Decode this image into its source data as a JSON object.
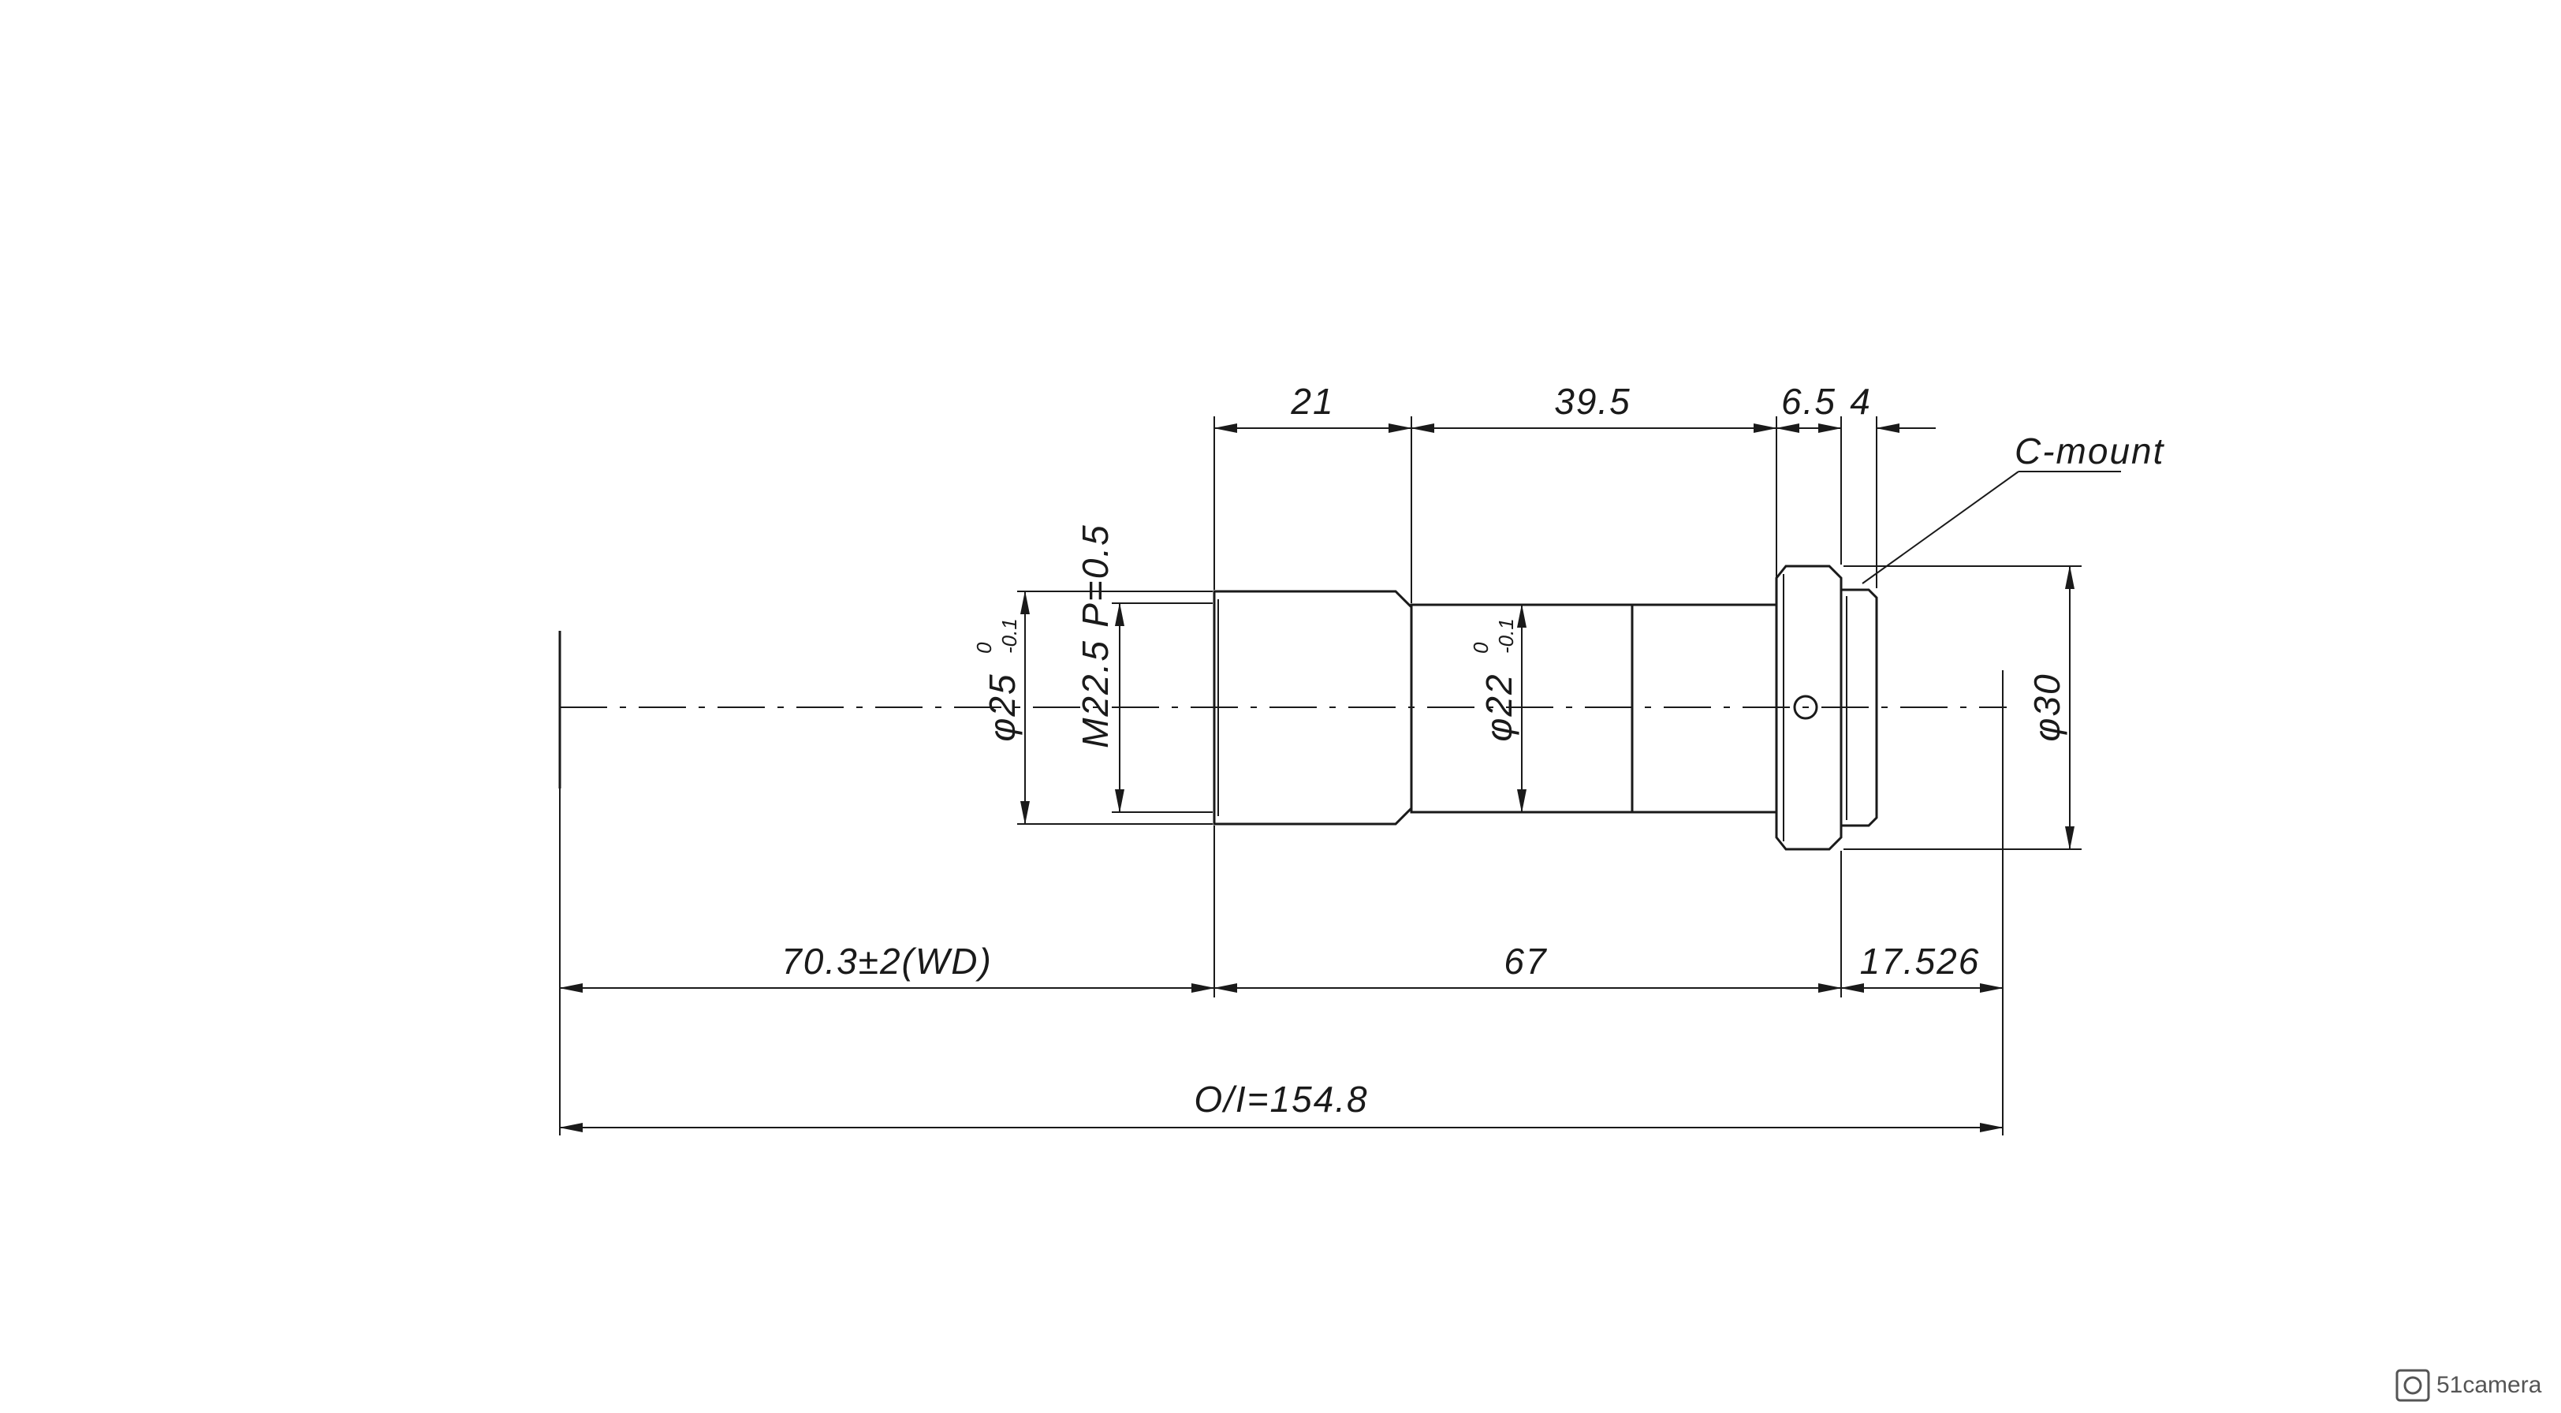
{
  "drawing": {
    "dimensions": {
      "top_segment_1": "21",
      "top_segment_2": "39.5",
      "top_segment_3": "6.5",
      "top_segment_4": "4",
      "bottom_wd": "70.3±2(WD)",
      "bottom_body": "67",
      "bottom_flange": "17.526",
      "total_oi": "O/I=154.8"
    },
    "diameters": {
      "front_outer_main": "φ25",
      "front_outer_tol_upper": "0",
      "front_outer_tol_lower": "-0.1",
      "front_thread": "M22.5",
      "front_thread_pitch": "P=0.5",
      "barrel_main": "φ22",
      "barrel_tol_upper": "0",
      "barrel_tol_lower": "-0.1",
      "mount": "φ30"
    },
    "callouts": {
      "mount_label": "C-mount"
    }
  },
  "watermark": {
    "brand": "51camera"
  }
}
